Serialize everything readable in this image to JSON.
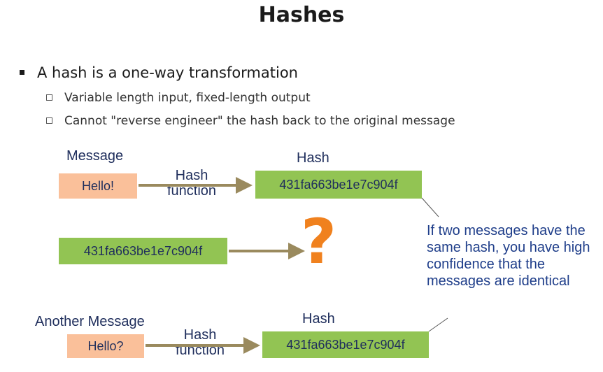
{
  "slide": {
    "title": "Hashes",
    "bullet": "A hash is a one-way transformation",
    "subbullets": [
      "Variable length input, fixed-length output",
      "Cannot \"reverse engineer\" the hash back to the original message"
    ]
  },
  "diagram": {
    "row1": {
      "message_label": "Message",
      "message": "Hello!",
      "function_label": "Hash function",
      "hash_label": "Hash",
      "hash": "431fa663be1e7c904f"
    },
    "row2": {
      "hash": "431fa663be1e7c904f",
      "result": "?"
    },
    "row3": {
      "message_label": "Another Message",
      "message": "Hello?",
      "function_label": "Hash function",
      "hash_label": "Hash",
      "hash": "431fa663be1e7c904f"
    },
    "note": "If two messages have the same hash, you have high confidence that the messages are identical",
    "colors": {
      "message_box": "#fac09a",
      "hash_box": "#92c453",
      "arrow": "#9a8a5e",
      "question_mark": "#f0811e",
      "text": "#1f2e5c"
    }
  }
}
